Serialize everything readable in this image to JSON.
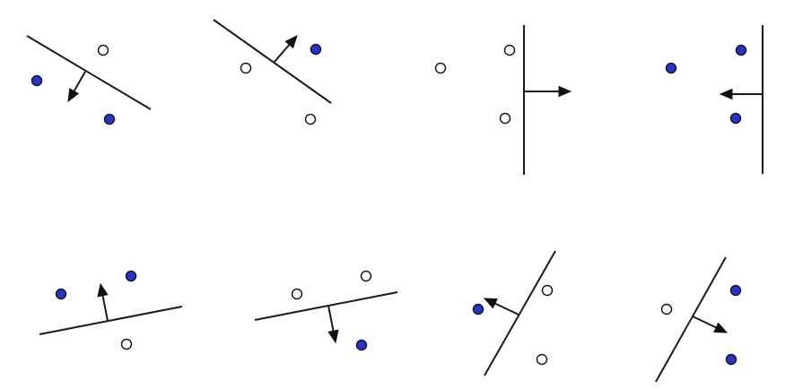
{
  "colors": {
    "filled_point": "#2433d6",
    "hollow_point": "#ffffff",
    "line": "#1a1a1a",
    "arrow": "#111111",
    "background": "#ffffff"
  },
  "point_classes": [
    "filled",
    "hollow"
  ],
  "panels": [
    {
      "id": "panel-1",
      "normal_direction": "toward-filled-points",
      "filled_points": 2,
      "hollow_points": 1
    },
    {
      "id": "panel-2",
      "normal_direction": "toward-filled-points",
      "filled_points": 1,
      "hollow_points": 2
    },
    {
      "id": "panel-3",
      "normal_direction": "away-from-points",
      "filled_points": 0,
      "hollow_points": 3
    },
    {
      "id": "panel-4",
      "normal_direction": "toward-filled-points",
      "filled_points": 3,
      "hollow_points": 0
    },
    {
      "id": "panel-5",
      "normal_direction": "toward-filled-points",
      "filled_points": 2,
      "hollow_points": 1
    },
    {
      "id": "panel-6",
      "normal_direction": "toward-filled-points",
      "filled_points": 1,
      "hollow_points": 2
    },
    {
      "id": "panel-7",
      "normal_direction": "toward-filled-points",
      "filled_points": 1,
      "hollow_points": 2
    },
    {
      "id": "panel-8",
      "normal_direction": "toward-filled-points",
      "filled_points": 2,
      "hollow_points": 1
    }
  ]
}
